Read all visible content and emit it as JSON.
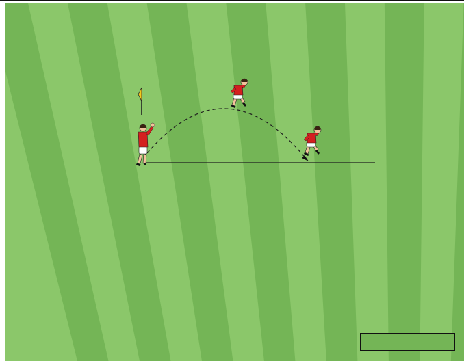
{
  "diagram": {
    "type": "soccer-drill",
    "pitch": {
      "stripe_light": "#8bc76a",
      "stripe_dark": "#74b556",
      "stripe_count": 14
    },
    "colors": {
      "shirt": "#d41f1f",
      "shorts": "#ffffff",
      "skin": "#f2c29b",
      "hair": "#3a2210",
      "flag": "#f2c81c",
      "line": "#1f1f1f",
      "legend_fill": "#74b556",
      "legend_border": "#111111"
    },
    "players": [
      {
        "role": "thrower",
        "pose": "throw-in",
        "icon": "player-icon"
      },
      {
        "role": "receiver",
        "pose": "jump",
        "icon": "player-icon"
      },
      {
        "role": "receiver",
        "pose": "jump",
        "icon": "player-icon"
      }
    ],
    "equipment": [
      {
        "type": "corner-flag",
        "icon": "flag-icon"
      }
    ],
    "marks": [
      {
        "type": "ground-line",
        "style": "solid"
      },
      {
        "type": "ball-path",
        "style": "dashed"
      },
      {
        "type": "scale-box",
        "style": "outlined"
      }
    ]
  }
}
